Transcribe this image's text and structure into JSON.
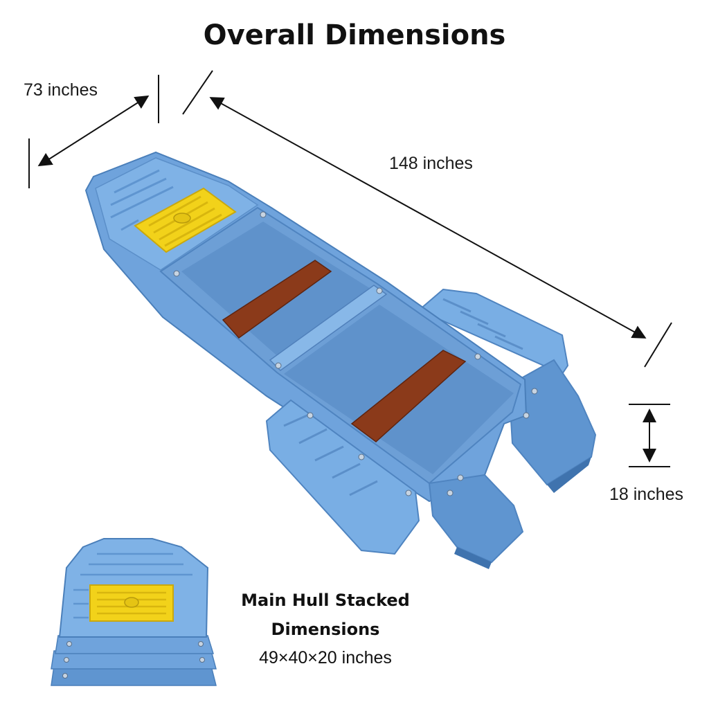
{
  "title": "Overall Dimensions",
  "dimensions": {
    "width_label": "73 inches",
    "length_label": "148 inches",
    "height_label": "18 inches"
  },
  "stacked": {
    "title_line1": "Main Hull Stacked",
    "title_line2": "Dimensions",
    "size": "49×40×20 inches"
  },
  "colors": {
    "hull": "#6fa3dc",
    "hull_dark": "#4f84c0",
    "hull_light": "#93bde8",
    "seat": "#8b3a1a",
    "pad": "#f2d21a",
    "arrow": "#111111"
  }
}
